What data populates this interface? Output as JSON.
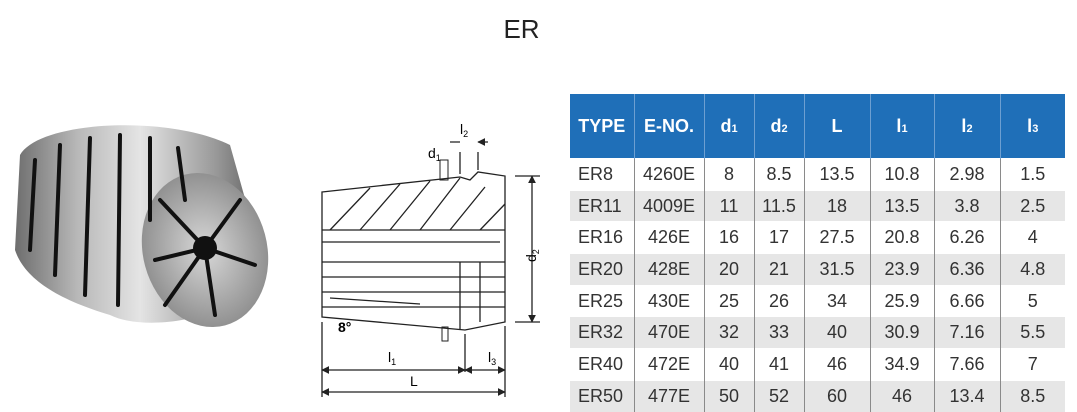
{
  "title": "ER",
  "diagram": {
    "labels": {
      "l2": "l",
      "l2_sub": "2",
      "d1": "d",
      "d1_sub": "1",
      "d2": "d",
      "d2_sub": "2",
      "angle": "8°",
      "l1": "l",
      "l1_sub": "1",
      "l3": "l",
      "l3_sub": "3",
      "L": "L"
    }
  },
  "table": {
    "headers": [
      {
        "main": "TYPE",
        "sub": ""
      },
      {
        "main": "E-NO.",
        "sub": ""
      },
      {
        "main": "d",
        "sub": "1"
      },
      {
        "main": "d",
        "sub": "2"
      },
      {
        "main": "L",
        "sub": ""
      },
      {
        "main": "l",
        "sub": "1"
      },
      {
        "main": "l",
        "sub": "2"
      },
      {
        "main": "l",
        "sub": "3"
      }
    ],
    "rows": [
      [
        "ER8",
        "4260E",
        "8",
        "8.5",
        "13.5",
        "10.8",
        "2.98",
        "1.5"
      ],
      [
        "ER11",
        "4009E",
        "11",
        "11.5",
        "18",
        "13.5",
        "3.8",
        "2.5"
      ],
      [
        "ER16",
        "426E",
        "16",
        "17",
        "27.5",
        "20.8",
        "6.26",
        "4"
      ],
      [
        "ER20",
        "428E",
        "20",
        "21",
        "31.5",
        "23.9",
        "6.36",
        "4.8"
      ],
      [
        "ER25",
        "430E",
        "25",
        "26",
        "34",
        "25.9",
        "6.66",
        "5"
      ],
      [
        "ER32",
        "470E",
        "32",
        "33",
        "40",
        "30.9",
        "7.16",
        "5.5"
      ],
      [
        "ER40",
        "472E",
        "40",
        "41",
        "46",
        "34.9",
        "7.66",
        "7"
      ],
      [
        "ER50",
        "477E",
        "50",
        "52",
        "60",
        "46",
        "13.4",
        "8.5"
      ]
    ]
  },
  "colors": {
    "header_bg": "#1f6fb8",
    "header_text": "#ffffff",
    "stripe": "#e6e6e6"
  }
}
